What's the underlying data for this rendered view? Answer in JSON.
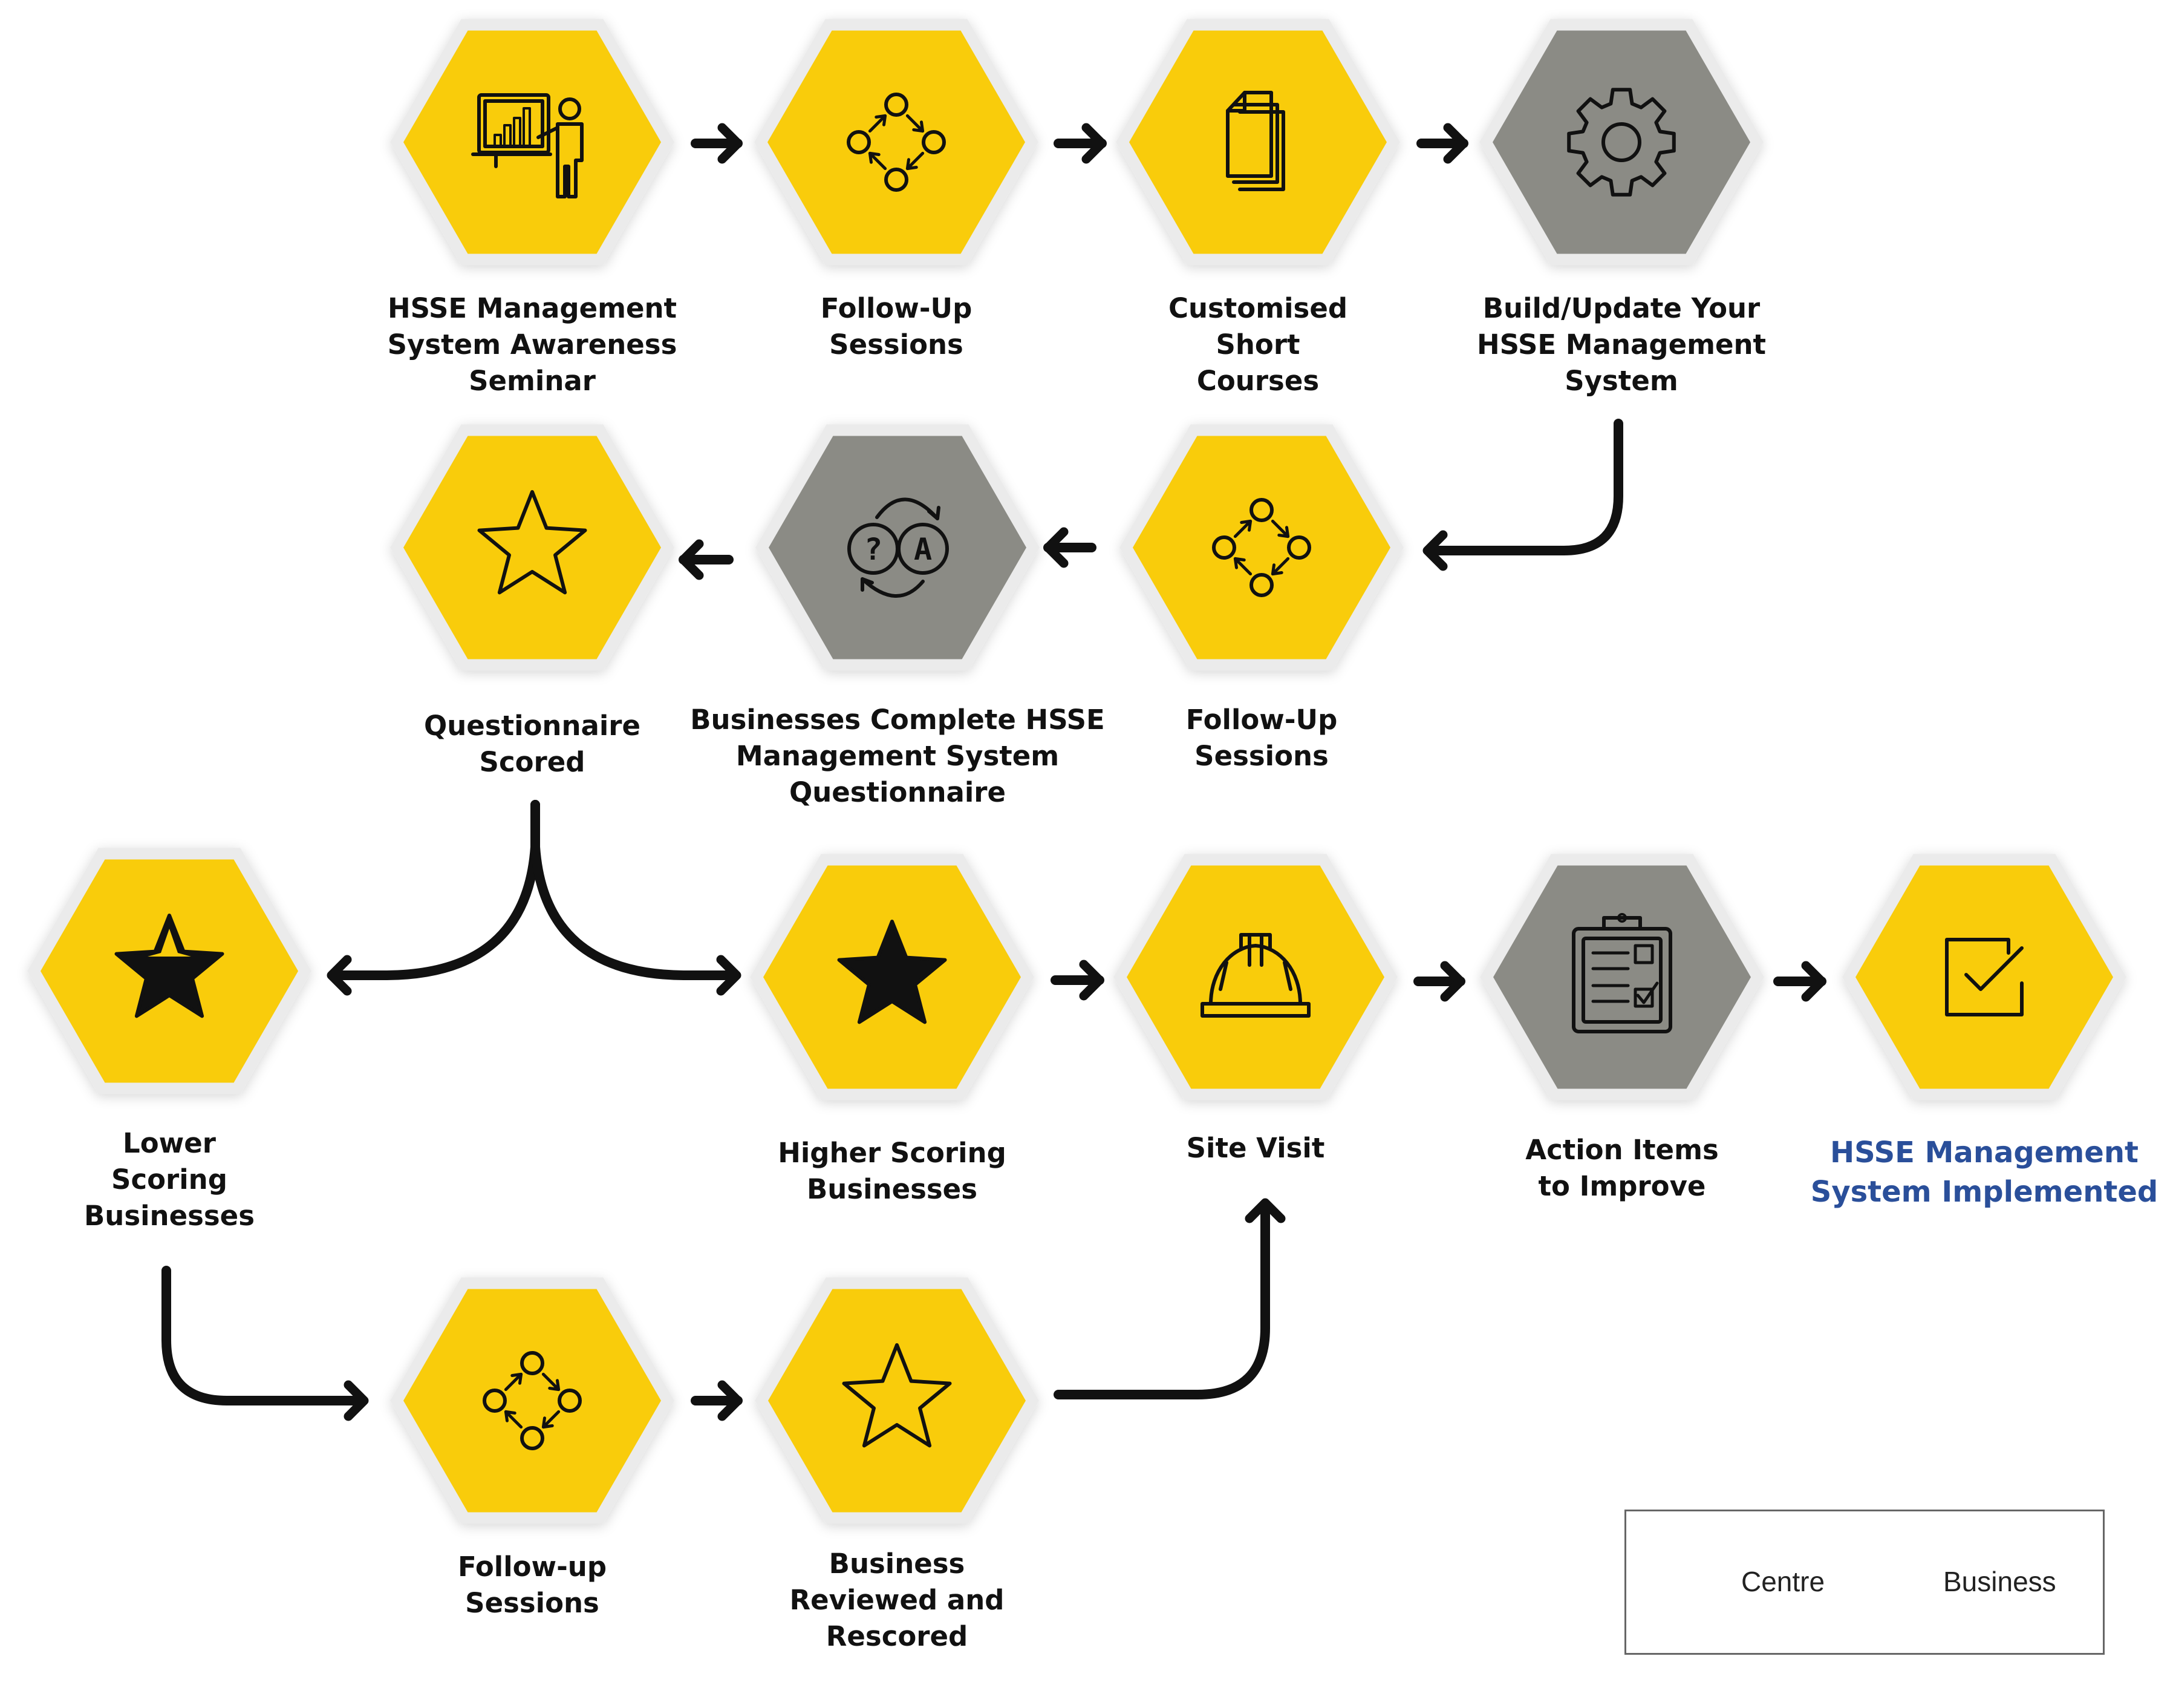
{
  "colors": {
    "centre": "#f9cc0b",
    "business": "#8b8b85",
    "border": "#ebebeb",
    "arrow": "#111111",
    "final_text": "#2a4f9a"
  },
  "steps": [
    {
      "id": "awareness",
      "lines": [
        "HSSE Management",
        "System Awareness",
        "Seminar"
      ],
      "kind": "centre",
      "icon": "presentation-icon"
    },
    {
      "id": "followup1",
      "lines": [
        "Follow-Up",
        "Sessions"
      ],
      "kind": "centre",
      "icon": "cycle-icon"
    },
    {
      "id": "courses",
      "lines": [
        "Customised",
        "Short",
        "Courses"
      ],
      "kind": "centre",
      "icon": "documents-icon"
    },
    {
      "id": "build",
      "lines": [
        "Build/Update Your",
        "HSSE Management",
        "System"
      ],
      "kind": "business",
      "icon": "gear-icon"
    },
    {
      "id": "followup2",
      "lines": [
        "Follow-Up",
        "Sessions"
      ],
      "kind": "centre",
      "icon": "cycle-icon"
    },
    {
      "id": "questionnaire",
      "lines": [
        "Businesses Complete HSSE",
        "Management System",
        "Questionnaire"
      ],
      "kind": "business",
      "icon": "question-answer-icon"
    },
    {
      "id": "scored",
      "lines": [
        "Questionnaire",
        "Scored"
      ],
      "kind": "centre",
      "icon": "star-outline-icon"
    },
    {
      "id": "lower",
      "lines": [
        "Lower",
        "Scoring",
        "Businesses"
      ],
      "kind": "centre",
      "icon": "star-half-filled-icon"
    },
    {
      "id": "higher",
      "lines": [
        "Higher Scoring",
        "Businesses"
      ],
      "kind": "centre",
      "icon": "star-filled-icon"
    },
    {
      "id": "site",
      "lines": [
        "Site Visit"
      ],
      "kind": "centre",
      "icon": "hard-hat-icon"
    },
    {
      "id": "actions",
      "lines": [
        "Action Items",
        "to Improve"
      ],
      "kind": "business",
      "icon": "clipboard-icon"
    },
    {
      "id": "implemented",
      "lines": [
        "HSSE Management",
        "System Implemented"
      ],
      "kind": "centre",
      "icon": "checkbox-icon"
    },
    {
      "id": "followup3",
      "lines": [
        "Follow-up",
        "Sessions"
      ],
      "kind": "centre",
      "icon": "cycle-icon"
    },
    {
      "id": "reviewed",
      "lines": [
        "Business",
        "Reviewed and",
        "Rescored"
      ],
      "kind": "centre",
      "icon": "star-outline-icon"
    }
  ],
  "legend": {
    "centre": "Centre",
    "business": "Business"
  }
}
